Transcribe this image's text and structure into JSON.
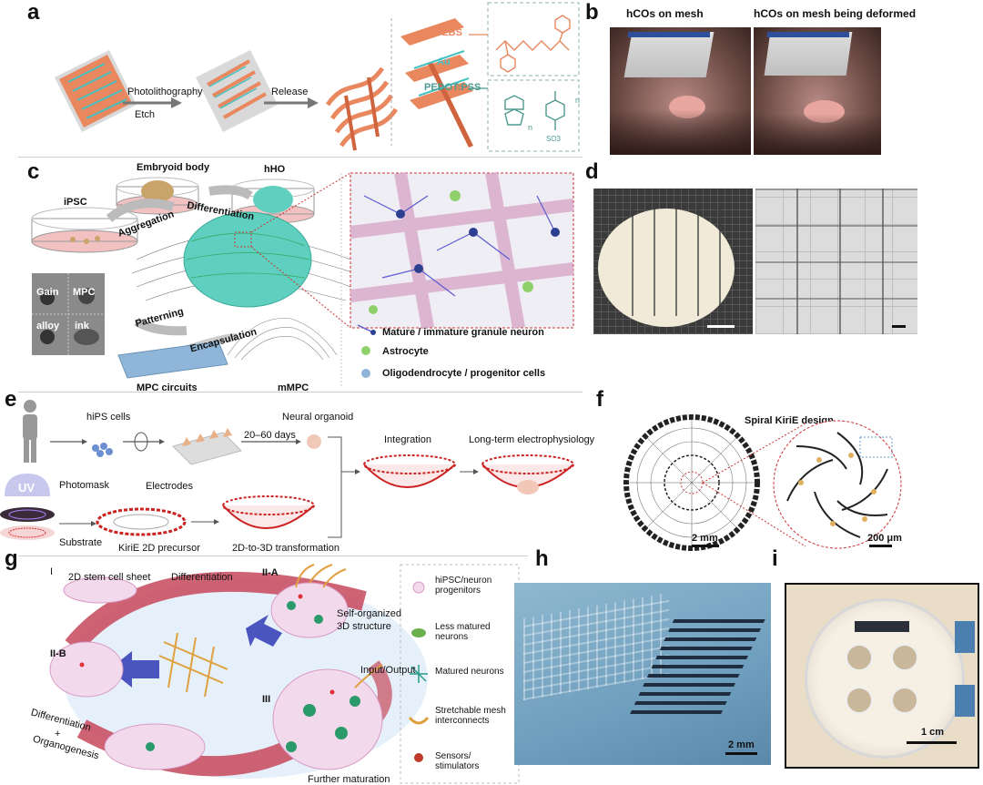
{
  "panel_letters": [
    "a",
    "b",
    "c",
    "d",
    "e",
    "f",
    "g",
    "h",
    "i"
  ],
  "panel_a": {
    "step1": "Photolithography",
    "step2": "Etch",
    "step3": "Release",
    "materials": [
      "SEBS",
      "Au",
      "PEDOT:PSS"
    ],
    "colors": {
      "sebs": "#e9875f",
      "au": "#45c0c0",
      "pedot": "#4e9a8f"
    }
  },
  "panel_b": {
    "title_left": "hCOs on mesh",
    "title_right": "hCOs on mesh being deformed"
  },
  "panel_c": {
    "labels": {
      "embryoid": "Embryoid body",
      "hho": "hHO",
      "ipsc": "iPSC",
      "aggregation": "Aggregation",
      "differentiation": "Differentiation",
      "gain": "Gain",
      "alloy": "alloy",
      "mpc": "MPC",
      "ink": "ink",
      "patterning": "Patterning",
      "encapsulation": "Encapsulation",
      "mpc_circuits": "MPC circuits",
      "mmpc": "mMPC"
    },
    "legend": [
      "Mature / immature granule neuron",
      "Astrocyte",
      "Oligodendrocyte / progenitor cells"
    ]
  },
  "panel_e": {
    "hips": "hiPS cells",
    "days": "20–60 days",
    "neural_organoid": "Neural organoid",
    "integration": "Integration",
    "long_term": "Long-term electrophysiology",
    "uv": "UV",
    "photomask": "Photomask",
    "electrodes": "Electrodes",
    "substrate": "Substrate",
    "precursor": "KiriE 2D precursor",
    "transformation": "2D-to-3D transformation"
  },
  "panel_f": {
    "title": "Spiral KiriE design",
    "scale1": "2 mm",
    "scale2": "200 μm"
  },
  "panel_g": {
    "roman_i": "I",
    "sheet": "2D stem cell sheet",
    "differentiation": "Differentiation",
    "iia": "II-A",
    "iib": "II-B",
    "iii": "III",
    "self_org_1": "Self-organized",
    "self_org_2": "3D structure",
    "io": "Input/Output",
    "diff2": "Differentiation",
    "plus": "+",
    "organogenesis": "Organogenesis",
    "further": "Further maturation",
    "legend": [
      "hiPSC/neuron progenitors",
      "Less matured neurons",
      "Matured neurons",
      "Stretchable mesh interconnects",
      "Sensors/ stimulators"
    ]
  },
  "panel_h": {
    "scale": "2 mm"
  },
  "panel_i": {
    "scale": "1 cm"
  }
}
